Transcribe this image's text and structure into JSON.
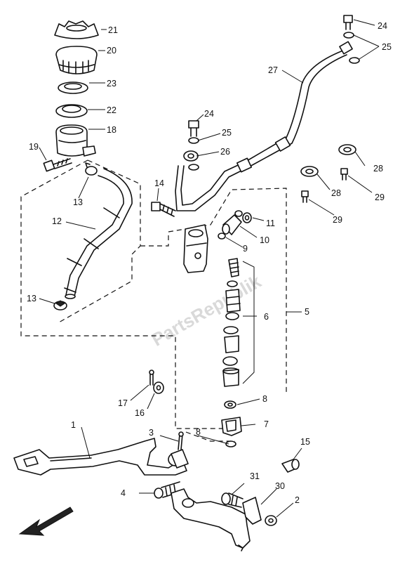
{
  "watermark": "PartsRepublik",
  "callouts": {
    "n1": "1",
    "n2": "2",
    "n3": "3",
    "n4": "4",
    "n5": "5",
    "n6": "6",
    "n7": "7",
    "n8a": "8",
    "n8b": "8",
    "n9": "9",
    "n10": "10",
    "n11": "11",
    "n12": "12",
    "n13a": "13",
    "n13b": "13",
    "n14": "14",
    "n15": "15",
    "n16": "16",
    "n17": "17",
    "n18": "18",
    "n19": "19",
    "n20": "20",
    "n21": "21",
    "n22": "22",
    "n23": "23",
    "n24a": "24",
    "n24b": "24",
    "n25a": "25",
    "n25b": "25",
    "n26": "26",
    "n27": "27",
    "n28a": "28",
    "n28b": "28",
    "n29a": "29",
    "n29b": "29",
    "n30": "30",
    "n31": "31"
  }
}
